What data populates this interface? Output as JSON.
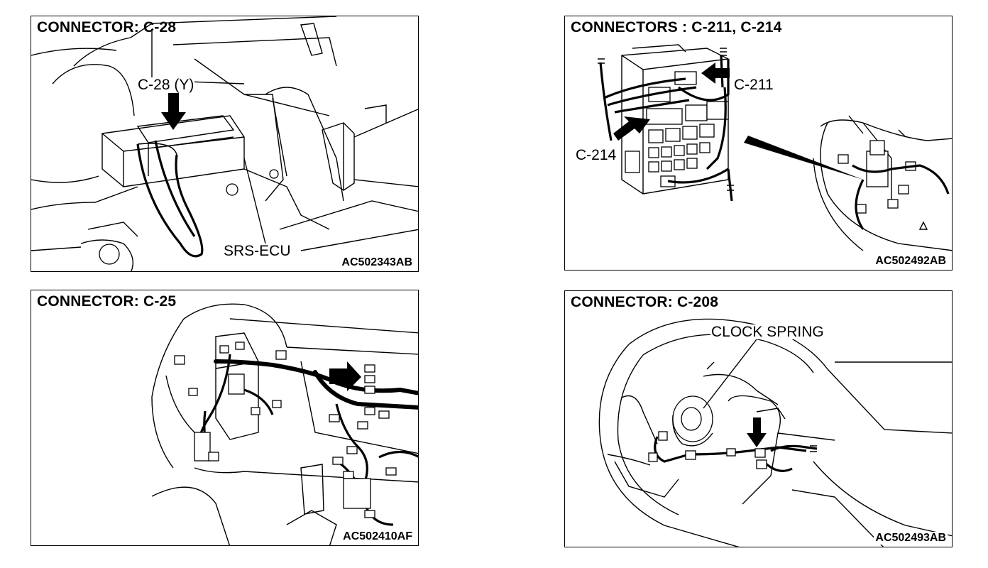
{
  "panels": [
    {
      "id": "c28",
      "title": "CONNECTOR: C-28",
      "labels": [
        "C-28 (Y)",
        "SRS-ECU"
      ],
      "code": "AC502343AB"
    },
    {
      "id": "c211",
      "title": "CONNECTORS : C-211, C-214",
      "labels": [
        "C-211",
        "C-214"
      ],
      "code": "AC502492AB"
    },
    {
      "id": "c25",
      "title": "CONNECTOR: C-25",
      "labels": [],
      "code": "AC502410AF"
    },
    {
      "id": "c208",
      "title": "CONNECTOR: C-208",
      "labels": [
        "CLOCK SPRING"
      ],
      "code": "AC502493AB"
    }
  ],
  "icons": [
    "arrow-icon"
  ]
}
